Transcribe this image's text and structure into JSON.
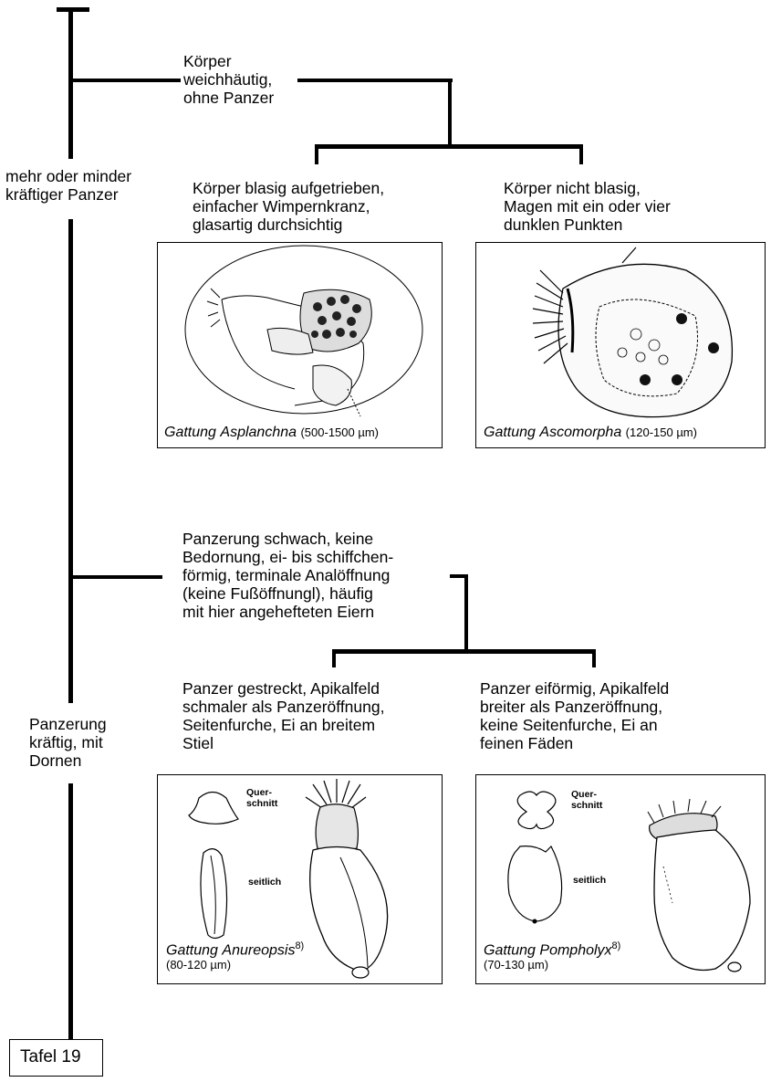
{
  "left_labels": {
    "panzer_kraeftig": "mehr oder minder\nkräftiger Panzer",
    "panzerung_dornen": "Panzerung\nkräftig, mit\nDornen"
  },
  "nodes": {
    "koerper_weich": "Körper\nweichhäutig,\nohne Panzer",
    "blasig": "Körper blasig aufgetrieben,\neinfacher Wimpernkranz,\nglasartig durchsichtig",
    "nicht_blasig": "Körper nicht blasig,\nMagen mit ein oder vier\ndunklen Punkten",
    "panzerung_schwach": "Panzerung schwach, keine\nBedornung, ei- bis schiffchen-\nförmig, terminale Analöffnung\n(keine Fußöffnungl), häufig\nmit hier angehefteten Eiern",
    "gestreckt": "Panzer gestreckt, Apikalfeld\nschmaler als Panzeröffnung,\nSeitenfurche, Ei an breitem\nStiel",
    "eiformig": "Panzer eiförmig, Apikalfeld\nbreiter als Panzeröffnung,\nkeine Seitenfurche, Ei an\nfeinen Fäden"
  },
  "figures": {
    "asplanchna": {
      "genus_prefix": "Gattung",
      "genus": "Asplanchna",
      "size": "(500-1500 µm)"
    },
    "ascomorpha": {
      "genus_prefix": "Gattung",
      "genus": "Ascomorpha",
      "size": "(120-150 µm)"
    },
    "anureopsis": {
      "genus_prefix": "Gattung",
      "genus": "Anureopsis",
      "footnote": "8)",
      "size": "(80-120 µm)",
      "label_querschnitt": "Quer-\nschnitt",
      "label_seitlich": "seitlich"
    },
    "pompholyx": {
      "genus_prefix": "Gattung",
      "genus": "Pompholyx",
      "footnote": "8)",
      "size": "(70-130 µm)",
      "label_querschnitt": "Quer-\nschnitt",
      "label_seitlich": "seitlich"
    }
  },
  "tafel": "Tafel 19"
}
